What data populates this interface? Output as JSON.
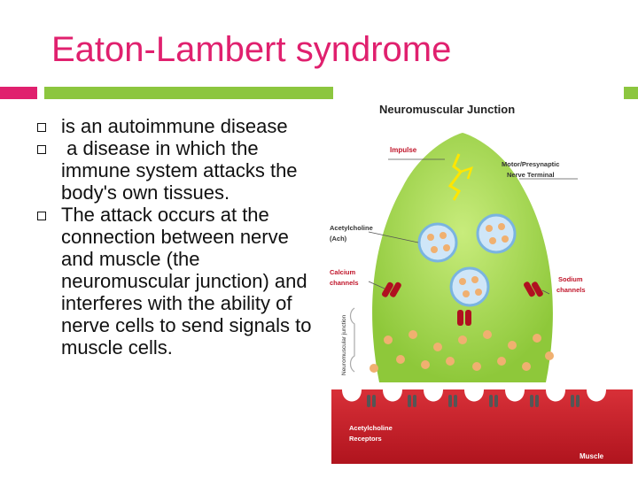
{
  "slide": {
    "title": "Eaton-Lambert syndrome",
    "bullets": [
      "is an autoimmune disease",
      " a disease in which the immune system attacks the body's own tissues.",
      "The attack occurs at the connection between nerve and muscle (the neuromuscular junction) and interferes with the ability of nerve cells to send signals to muscle cells."
    ]
  },
  "diagram": {
    "title": "Neuromuscular Junction",
    "labels": {
      "impulse": "Impulse",
      "motor_line1": "Motor/Presynaptic",
      "motor_line2": "Nerve Terminal",
      "ach_line1": "Acetylcholine",
      "ach_line2": "(Ach)",
      "calcium_line1": "Calcium",
      "calcium_line2": "channels",
      "sodium_line1": "Sodium",
      "sodium_line2": "channels",
      "nmj_vertical": "Neuromuscular junction",
      "receptor_line1": "Acetylcholine",
      "receptor_line2": "Receptors",
      "muscle": "Muscle"
    },
    "colors": {
      "terminal_green": "#a8d84e",
      "muscle_red": "#c8202a",
      "vesicle_blue": "#7ab4e0",
      "ach_tan": "#f0b070",
      "impulse_yellow": "#ffe600",
      "channel_red": "#b01020"
    }
  }
}
